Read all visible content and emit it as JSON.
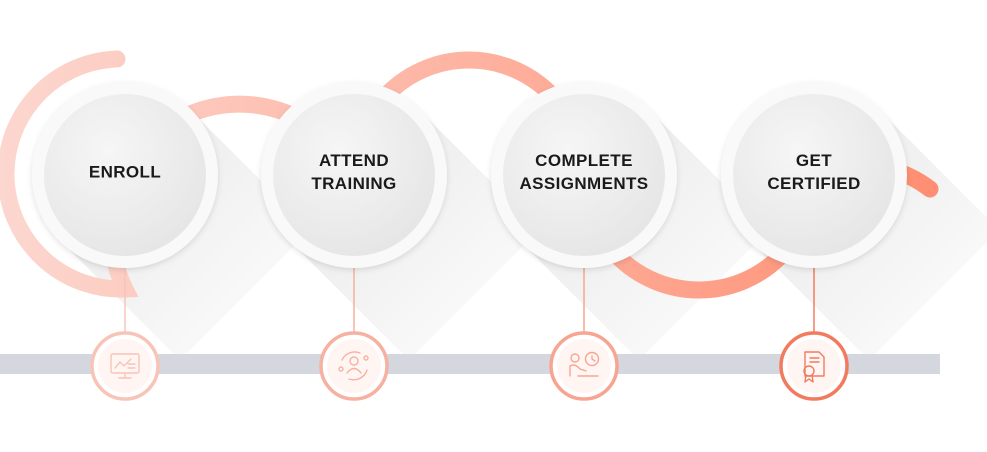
{
  "diagram": {
    "colors": {
      "wave_start": "#fcd7cf",
      "wave_end": "#ff8a6d",
      "timeline_bar": "#d4d7de",
      "circle_face": "#ececec",
      "circle_rim": "#f9f9f9"
    },
    "steps": [
      {
        "label": "ENROLL",
        "icon": "monitor-presentation-icon",
        "accent": "#f9c4b8"
      },
      {
        "label": "ATTEND\nTRAINING",
        "icon": "learning-cycle-icon",
        "accent": "#f7b1a1"
      },
      {
        "label": "COMPLETE\nASSIGNMENTS",
        "icon": "student-desk-clock-icon",
        "accent": "#f7a591"
      },
      {
        "label": "GET\nCERTIFIED",
        "icon": "certificate-ribbon-icon",
        "accent": "#f27a5f"
      }
    ]
  }
}
